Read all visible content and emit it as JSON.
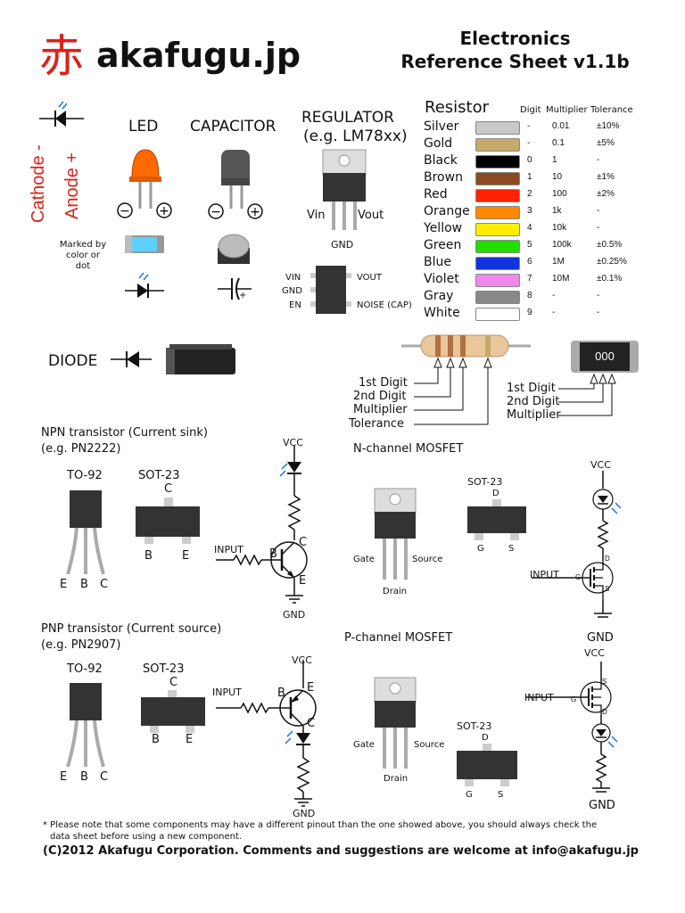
{
  "logo": {
    "kanji": "赤",
    "text": "akafugu.jp"
  },
  "title": {
    "line1": "Electronics",
    "line2": "Reference Sheet v1.1b"
  },
  "polarity": {
    "cathode": "Cathode",
    "anode": "Anode",
    "minus": "-",
    "plus": "+"
  },
  "led": {
    "title": "LED",
    "minus": "−",
    "plus": "+",
    "smd_note": [
      "Marked by",
      "color or",
      "dot"
    ]
  },
  "capacitor": {
    "title": "CAPACITOR",
    "minus": "−",
    "plus": "+",
    "smd_plus": "+"
  },
  "regulator": {
    "title": "REGULATOR",
    "subtitle": "(e.g. LM78xx)",
    "vin": "Vin",
    "vout": "Vout",
    "gnd": "GND",
    "smd_pins": {
      "vin": "VIN",
      "gnd": "GND",
      "en": "EN",
      "vout": "VOUT",
      "noise": "NOISE (CAP)"
    }
  },
  "resistor": {
    "title": "Resistor",
    "headers": {
      "digit": "Digit",
      "multiplier": "Multiplier",
      "tolerance": "Tolerance"
    },
    "rows": [
      {
        "name": "Silver",
        "color": "#c8c8c8",
        "digit": "-",
        "mult": "0.01",
        "tol": "±10%"
      },
      {
        "name": "Gold",
        "color": "#c4a96a",
        "digit": "-",
        "mult": "0.1",
        "tol": "±5%"
      },
      {
        "name": "Black",
        "color": "#000000",
        "digit": "0",
        "mult": "1",
        "tol": "-"
      },
      {
        "name": "Brown",
        "color": "#8a4b22",
        "digit": "1",
        "mult": "10",
        "tol": "±1%"
      },
      {
        "name": "Red",
        "color": "#ff2200",
        "digit": "2",
        "mult": "100",
        "tol": "±2%"
      },
      {
        "name": "Orange",
        "color": "#ff8800",
        "digit": "3",
        "mult": "1k",
        "tol": "-"
      },
      {
        "name": "Yellow",
        "color": "#ffee00",
        "digit": "4",
        "mult": "10k",
        "tol": "-"
      },
      {
        "name": "Green",
        "color": "#22dd00",
        "digit": "5",
        "mult": "100k",
        "tol": "±0.5%"
      },
      {
        "name": "Blue",
        "color": "#1133dd",
        "digit": "6",
        "mult": "1M",
        "tol": "±0.25%"
      },
      {
        "name": "Violet",
        "color": "#ee88ee",
        "digit": "7",
        "mult": "10M",
        "tol": "±0.1%"
      },
      {
        "name": "Gray",
        "color": "#888888",
        "digit": "8",
        "mult": "-",
        "tol": "-"
      },
      {
        "name": "White",
        "color": "#ffffff",
        "digit": "9",
        "mult": "-",
        "tol": "-"
      }
    ],
    "band_labels": [
      "1st Digit",
      "2nd Digit",
      "Multiplier",
      "Tolerance"
    ],
    "smd_code": "000",
    "smd_labels": [
      "1st Digit",
      "2nd Digit",
      "Multiplier"
    ]
  },
  "diode": {
    "title": "DIODE"
  },
  "npn": {
    "title": "NPN transistor (Current sink)",
    "example": "(e.g. PN2222)",
    "to92": "TO-92",
    "sot23": "SOT-23",
    "pins": {
      "e": "E",
      "b": "B",
      "c": "C"
    },
    "input": "INPUT",
    "vcc": "VCC",
    "gnd": "GND"
  },
  "pnp": {
    "title": "PNP transistor (Current source)",
    "example": "(e.g. PN2907)",
    "to92": "TO-92",
    "sot23": "SOT-23",
    "pins": {
      "e": "E",
      "b": "B",
      "c": "C"
    },
    "input": "INPUT",
    "vcc": "VCC",
    "gnd": "GND"
  },
  "nmos": {
    "title": "N-channel MOSFET",
    "sot23": "SOT-23",
    "gate": "Gate",
    "source": "Source",
    "drain": "Drain",
    "d": "D",
    "g": "G",
    "s": "S",
    "input": "INPUT",
    "vcc": "VCC",
    "gnd": "GND"
  },
  "pmos": {
    "title": "P-channel MOSFET",
    "sot23": "SOT-23",
    "gate": "Gate",
    "source": "Source",
    "drain": "Drain",
    "d": "D",
    "g": "G",
    "s": "S",
    "input": "INPUT",
    "vcc": "VCC",
    "gnd": "GND"
  },
  "footer": {
    "note1": "* Please note that some components may have a different pinout than the one showed above, you should always check the",
    "note2": "data sheet before using a new component.",
    "copyright": "(C)2012 Akafugu Corporation. Comments and suggestions are welcome at info@akafugu.jp"
  },
  "colors": {
    "brand_red": "#d8221b"
  }
}
